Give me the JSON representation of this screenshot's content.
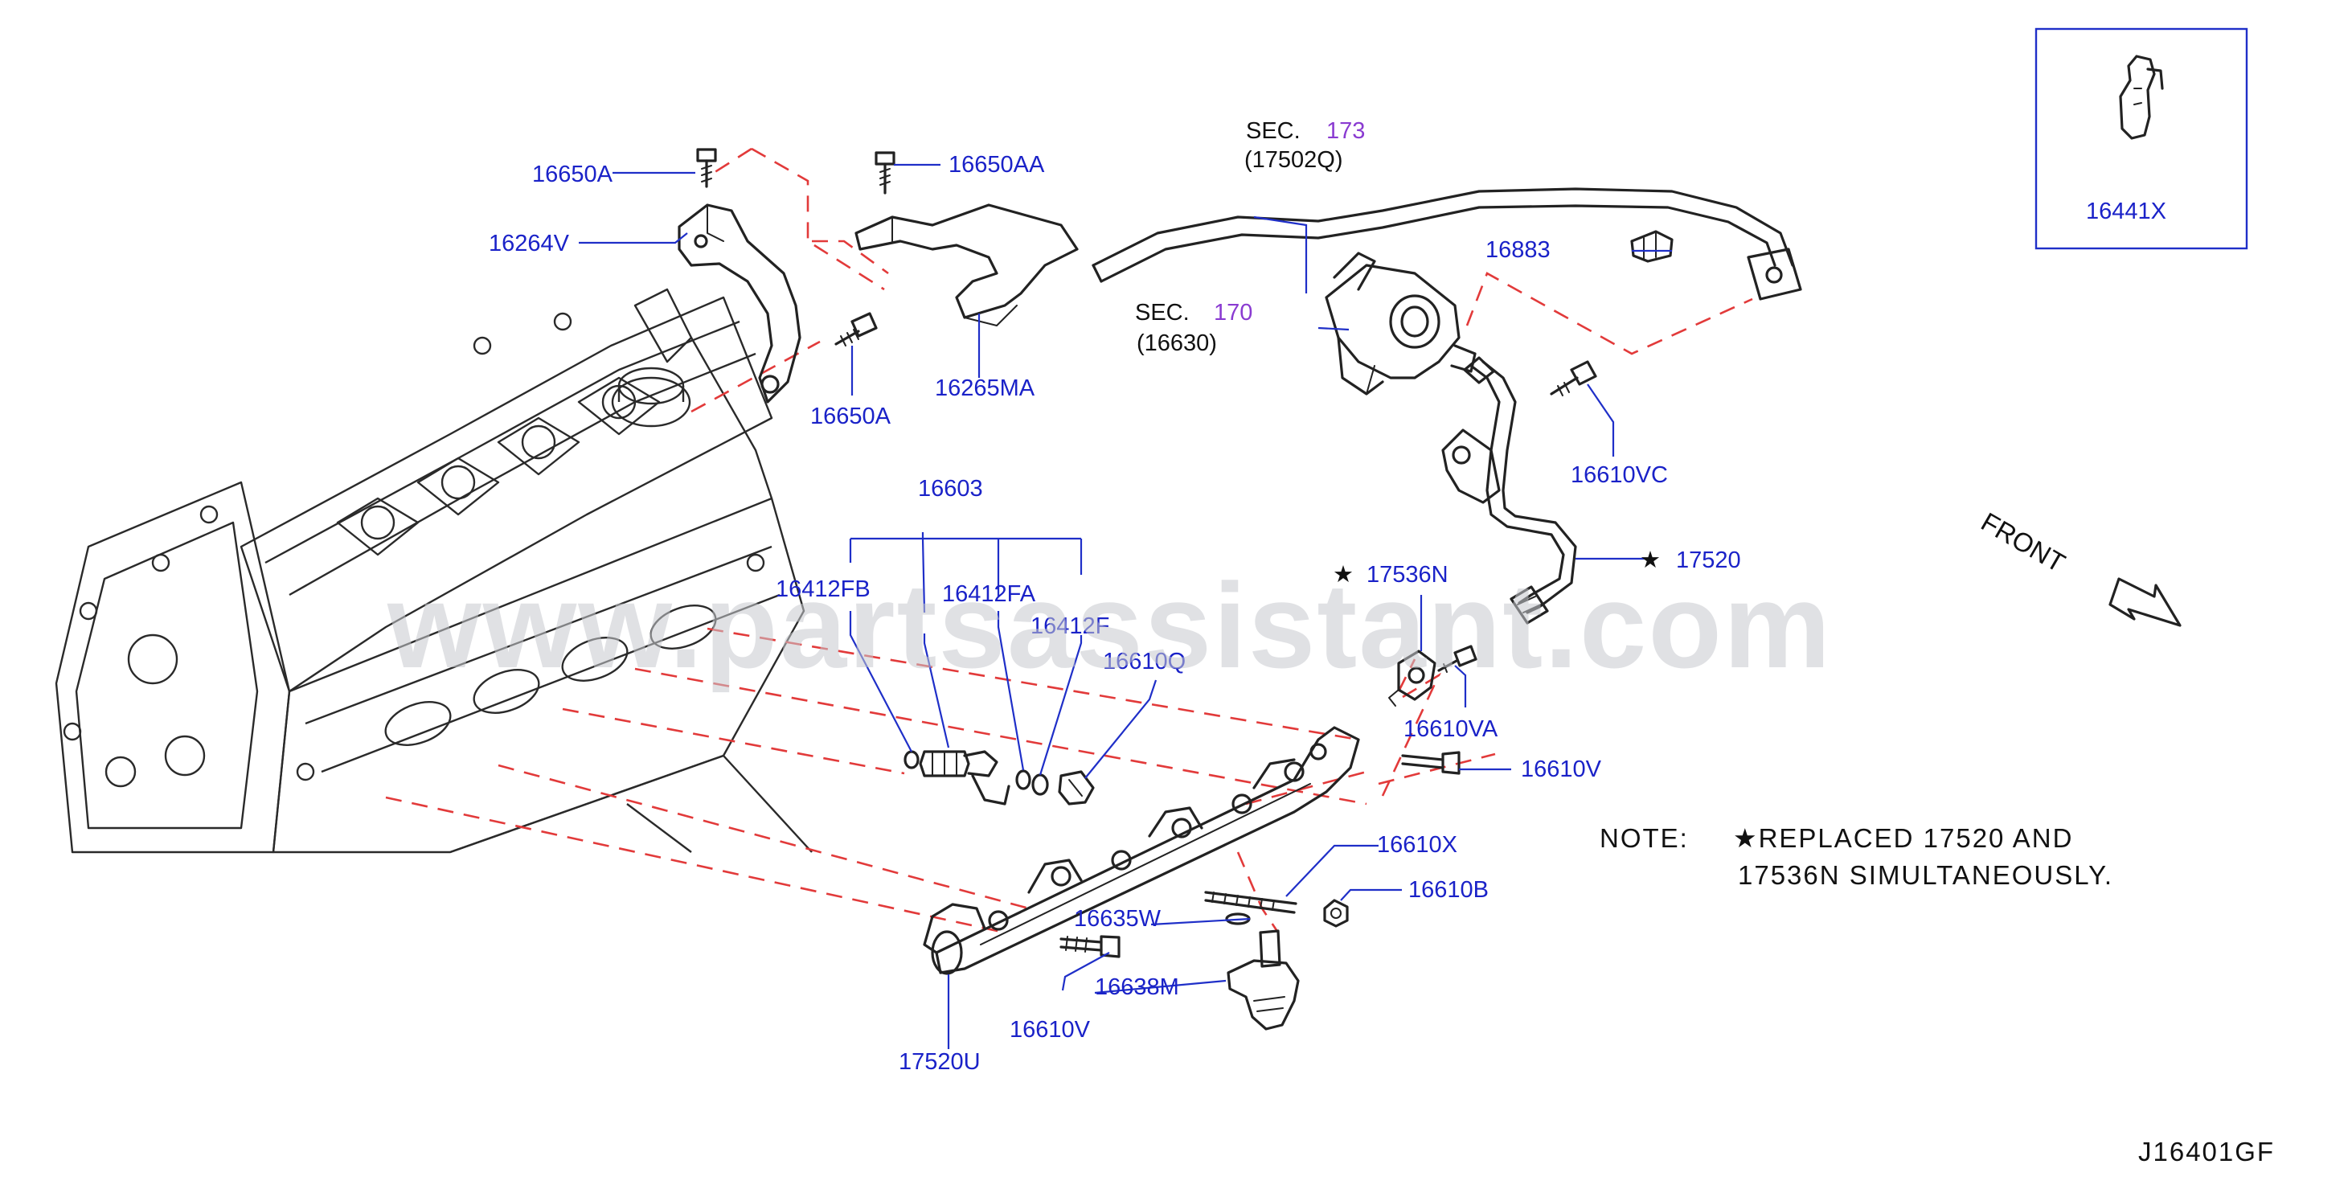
{
  "watermark": "www.partsassistant.com",
  "inset": {
    "part": "16441X"
  },
  "labels": {
    "p16650A_top": "16650A",
    "p16264V": "16264V",
    "p16650AA": "16650AA",
    "p16265MA": "16265MA",
    "p16650A_mid": "16650A",
    "p16603": "16603",
    "p16412FB": "16412FB",
    "p16412FA": "16412FA",
    "p16412F": "16412F",
    "p16610Q": "16610Q",
    "p16883": "16883",
    "p16610VC": "16610VC",
    "p17520": "17520",
    "p17536N": "17536N",
    "p16610VA": "16610VA",
    "p16610V_right": "16610V",
    "p16610X": "16610X",
    "p16610B": "16610B",
    "p16635W": "16635W",
    "p16638M": "16638M",
    "p16610V_bottom": "16610V",
    "p17520U": "17520U"
  },
  "sections": {
    "sec173": {
      "prefix": "SEC.",
      "number": "173",
      "part": "(17502Q)"
    },
    "sec170": {
      "prefix": "SEC.",
      "number": "170",
      "part": "(16630)"
    }
  },
  "star": "★",
  "front": "FRONT",
  "note": {
    "title": "NOTE:",
    "line1": "★REPLACED  17520  AND",
    "line2": "17536N  SIMULTANEOUSLY."
  },
  "diagram_id": "J16401GF",
  "colors": {
    "label": "#1a22c8",
    "section_number": "#8a3bd1",
    "phantom_line": "#e23a3a"
  }
}
